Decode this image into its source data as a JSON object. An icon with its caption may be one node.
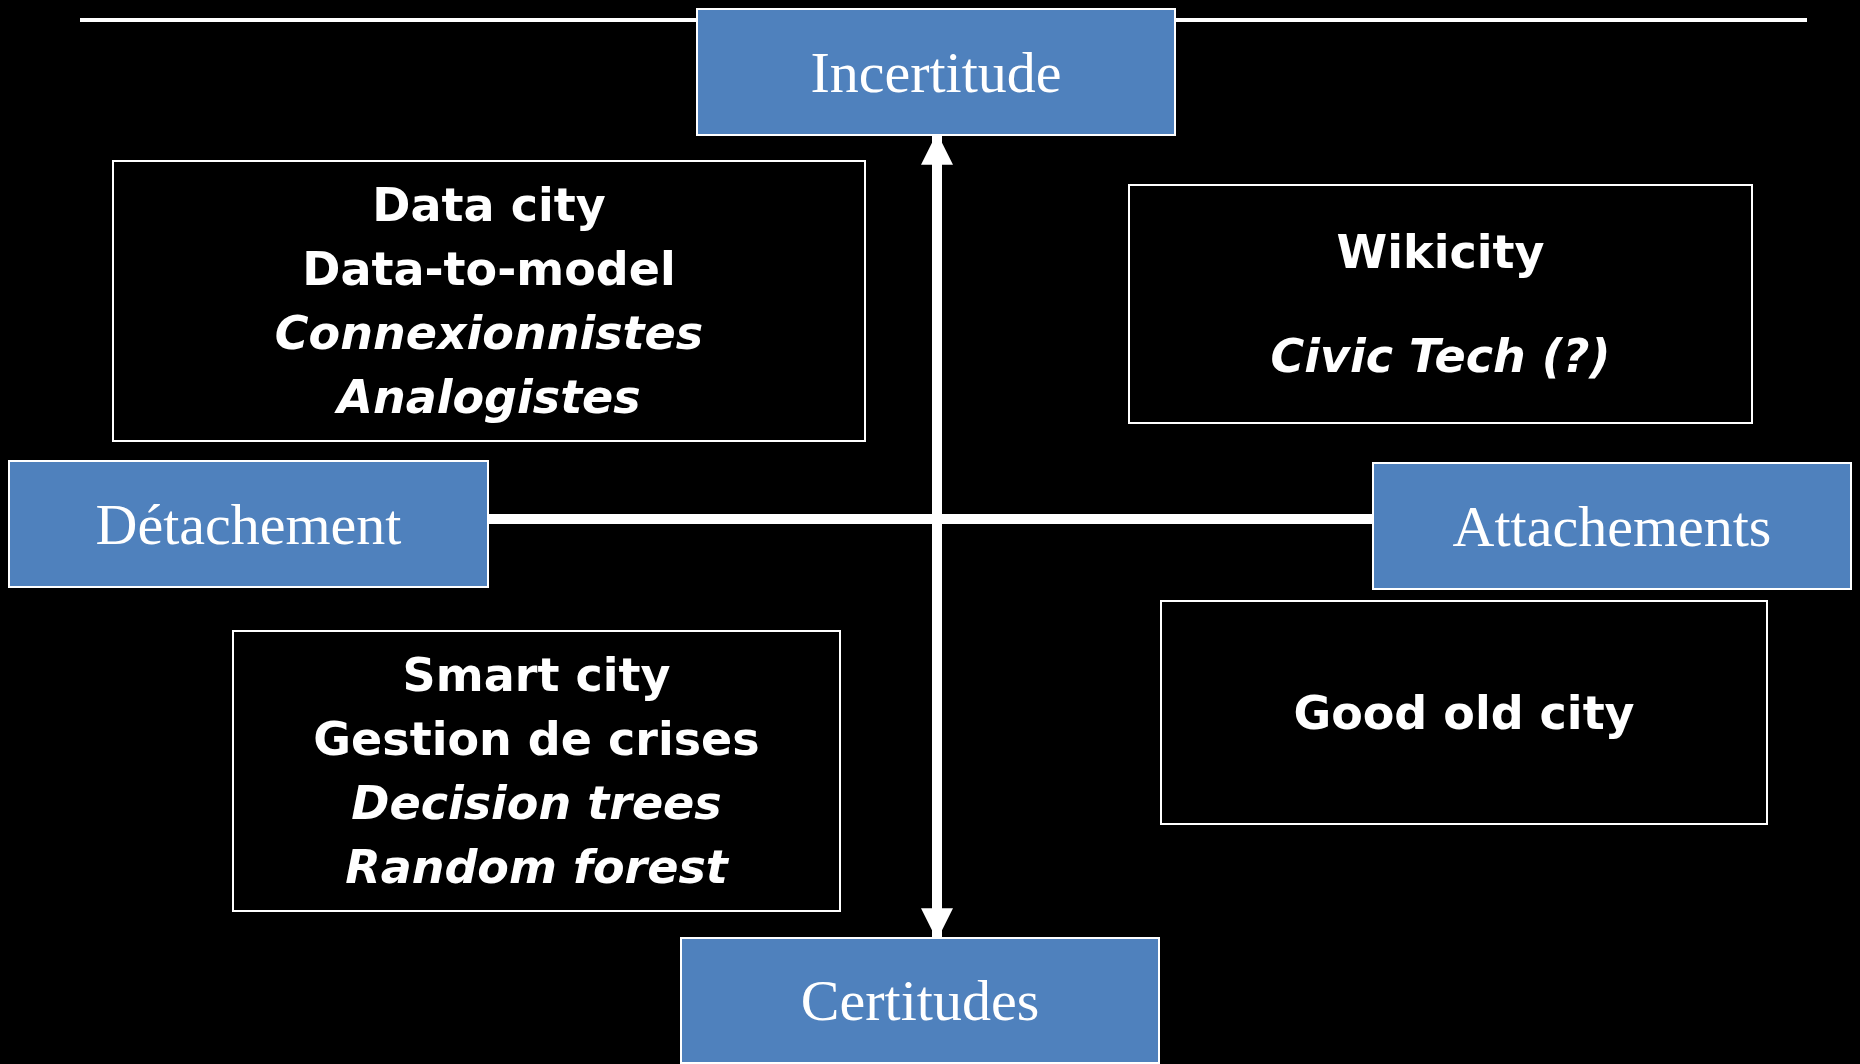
{
  "diagram": {
    "nodes": [
      {
        "text": [
          "Incertitude"
        ]
      },
      {
        "text": [
          "Data city",
          "Data-to-model",
          "Connexionnistes",
          "Analogistes"
        ]
      },
      {
        "text": [
          "Wikicity",
          "Civic Tech (?)"
        ]
      },
      {
        "text": [
          "Détachement"
        ]
      },
      {
        "text": [
          "Attachements"
        ]
      },
      {
        "text": [
          "Smart city",
          "Gestion de crises",
          "Decision trees",
          "Random forest"
        ]
      },
      {
        "text": [
          "Good old city"
        ]
      },
      {
        "text": [
          "Certitudes"
        ]
      }
    ],
    "edges": [
      {
        "from": 0,
        "to": 7,
        "arrow": "both"
      },
      {
        "from": 3,
        "to": 4,
        "arrow": "none"
      }
    ]
  }
}
